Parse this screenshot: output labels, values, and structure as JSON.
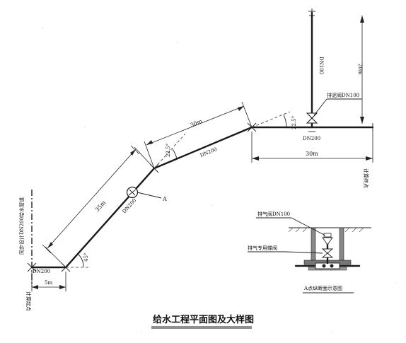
{
  "title": "给水工程平面图及大样图",
  "pipe_labels": {
    "main": "DN200",
    "main_left": "DN200",
    "start": "DN200",
    "node": "DN200",
    "branch": "DN100"
  },
  "dimensions": {
    "seg1": "35m",
    "seg2": "30m",
    "seg3": "30m",
    "branch_height": "20m",
    "start_offset": "5m"
  },
  "angles": {
    "start": "45°",
    "mid": "22.5°",
    "end": "22.5°"
  },
  "callouts": {
    "point_a": "A",
    "valve_top": "排泥阀DN100",
    "existing_pipe": "同步设计DN200给水管道"
  },
  "end_labels": {
    "start": "计算起点",
    "end": "计算终点"
  },
  "detail": {
    "air_valve": "排气阀DN100",
    "butterfly_valve": "排气专用蝶阀",
    "caption": "A点纵断面示意图"
  }
}
